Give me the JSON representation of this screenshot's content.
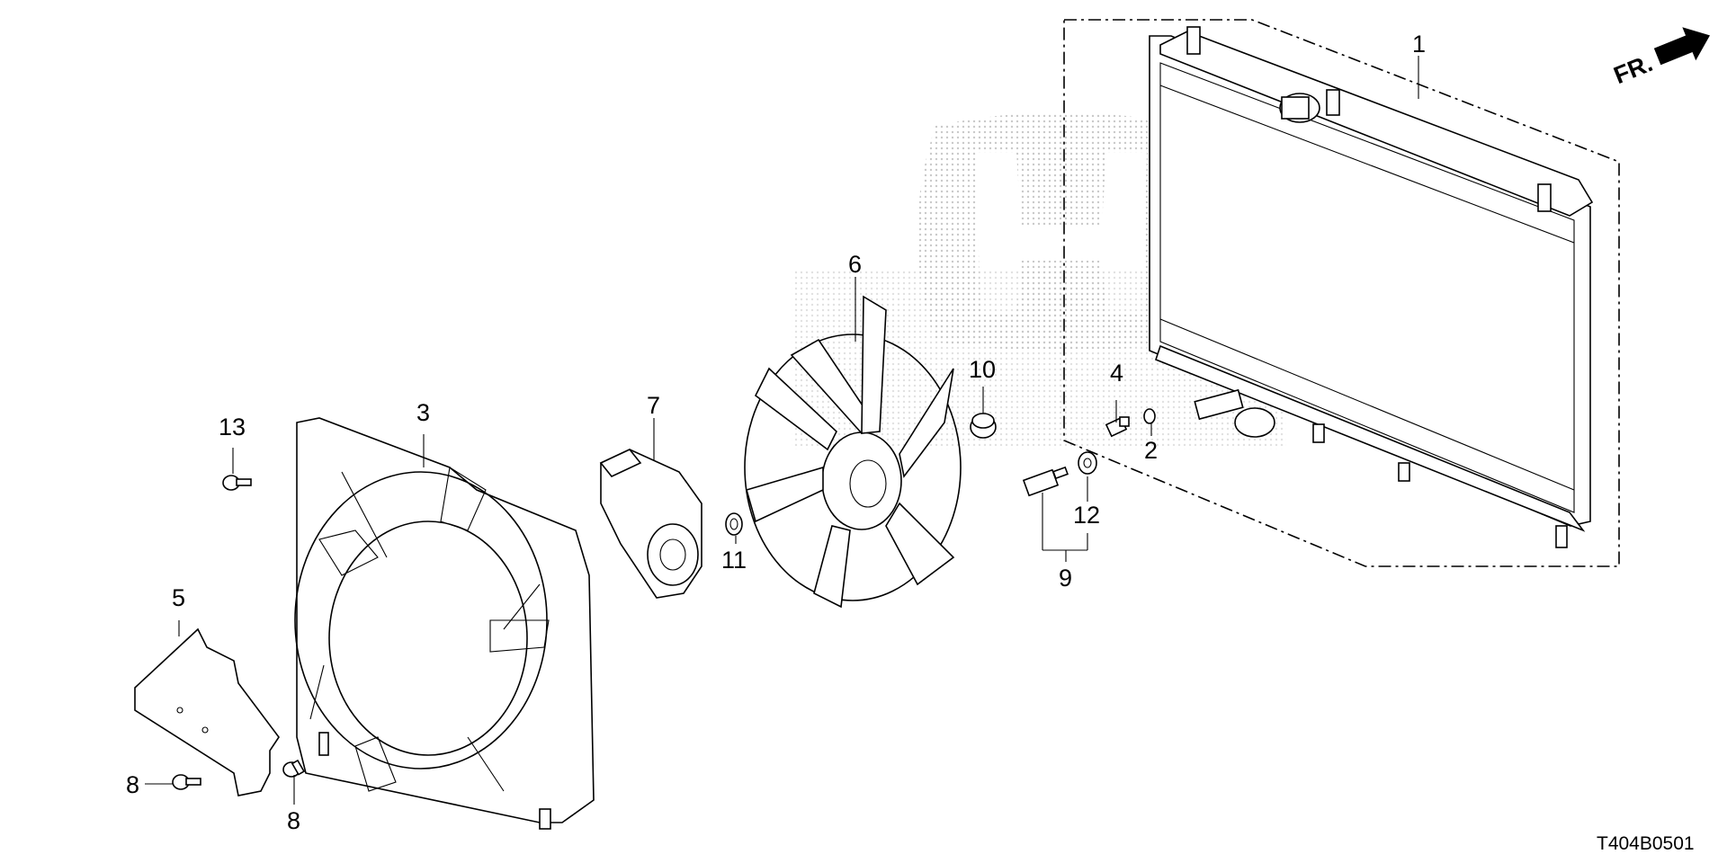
{
  "diagram": {
    "callouts": [
      {
        "id": "1",
        "text": "1"
      },
      {
        "id": "2",
        "text": "2"
      },
      {
        "id": "3",
        "text": "3"
      },
      {
        "id": "4",
        "text": "4"
      },
      {
        "id": "5",
        "text": "5"
      },
      {
        "id": "6",
        "text": "6"
      },
      {
        "id": "7",
        "text": "7"
      },
      {
        "id": "8a",
        "text": "8"
      },
      {
        "id": "8b",
        "text": "8"
      },
      {
        "id": "9",
        "text": "9"
      },
      {
        "id": "10",
        "text": "10"
      },
      {
        "id": "11",
        "text": "11"
      },
      {
        "id": "12",
        "text": "12"
      },
      {
        "id": "13",
        "text": "13"
      }
    ],
    "direction_label": "FR.",
    "diagram_code": "T404B0501",
    "icons": [
      "front-direction-arrow-icon",
      "honda-watermark-logo"
    ],
    "colors": {
      "line": "#000000",
      "background": "#ffffff",
      "watermark": "#cfcfcf"
    }
  }
}
